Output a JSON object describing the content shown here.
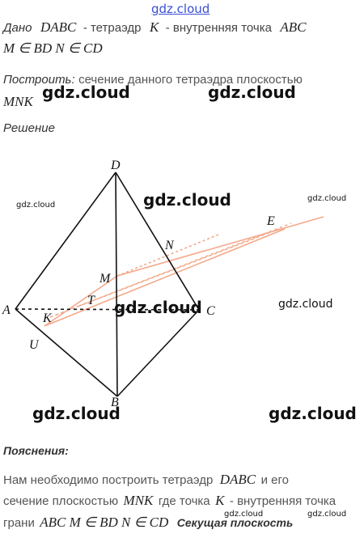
{
  "watermarks": {
    "top": "gdz.cloud",
    "big": "gdz.cloud",
    "small": "gdz.cloud"
  },
  "given": {
    "label": "Дано",
    "tetra": "DABC",
    "dash1": "- тетраэдр",
    "k": "K",
    "dash2": "- внутренняя точка",
    "abc": "ABC",
    "line2": "M ∈ BD   N ∈ CD"
  },
  "construct": {
    "label": "Построить:",
    "text": "сечение данного тетраэдра плоскостью",
    "mnk": "MNK"
  },
  "solution": {
    "label": "Решение"
  },
  "figure": {
    "labels": {
      "D": "D",
      "A": "A",
      "B": "B",
      "C": "C",
      "N": "N",
      "M": "M",
      "E": "E",
      "T": "T",
      "K": "K",
      "U": "U"
    },
    "edge_color": "#111111",
    "construction_color": "#f3a98a"
  },
  "explanation": {
    "label": "Пояснения:",
    "line1_a": "Нам необходимо построить тетраэдр",
    "line1_math": "DABC",
    "line1_b": "и его",
    "line2_a": "сечение плоскостью",
    "line2_math": "MNK",
    "line2_b": "где точка",
    "line2_k": "K",
    "line2_c": "- внутренняя точка",
    "line3_a": "грани",
    "line3_math": "ABC   M ∈ BD   N ∈ CD",
    "line3_b": "Секущая плоскость"
  }
}
